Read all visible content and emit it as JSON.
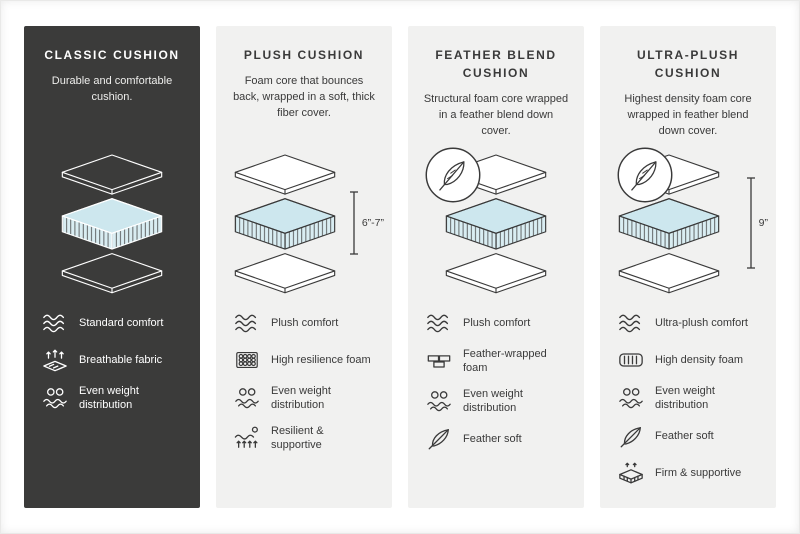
{
  "colors": {
    "dark_panel": "#3b3b3a",
    "light_panel": "#f1f1f0",
    "cushion_core_blue": "#cde7ee",
    "line_art": "#3a3a3a"
  },
  "columns": [
    {
      "title": "CLASSIC CUSHION",
      "description": "Durable and comfortable cushion.",
      "measurement": "",
      "features": [
        {
          "icon": "waves-icon",
          "label": "Standard comfort"
        },
        {
          "icon": "breathable-fabric-icon",
          "label": "Breathable fabric"
        },
        {
          "icon": "even-weight-icon",
          "label": "Even weight distribution"
        }
      ]
    },
    {
      "title": "PLUSH CUSHION",
      "description": "Foam core that bounces back, wrapped in a soft, thick fiber cover.",
      "measurement": "6”-7”",
      "features": [
        {
          "icon": "waves-icon",
          "label": "Plush comfort"
        },
        {
          "icon": "foam-bubbles-icon",
          "label": "High resilience foam"
        },
        {
          "icon": "even-weight-icon",
          "label": "Even weight distribution"
        },
        {
          "icon": "resilient-icon",
          "label": "Resilient & supportive"
        }
      ]
    },
    {
      "title": "FEATHER BLEND CUSHION",
      "description": "Structural foam core wrapped in a feather blend down cover.",
      "measurement": "",
      "features": [
        {
          "icon": "waves-icon",
          "label": "Plush comfort"
        },
        {
          "icon": "bricks-icon",
          "label": "Feather-wrapped foam"
        },
        {
          "icon": "even-weight-icon",
          "label": "Even weight distribution"
        },
        {
          "icon": "feather-icon",
          "label": "Feather soft"
        }
      ]
    },
    {
      "title": "ULTRA-PLUSH CUSHION",
      "description": "Highest density foam core wrapped in feather blend down cover.",
      "measurement": "9”",
      "features": [
        {
          "icon": "waves-icon",
          "label": "Ultra-plush comfort"
        },
        {
          "icon": "density-foam-icon",
          "label": "High density foam"
        },
        {
          "icon": "even-weight-icon",
          "label": "Even weight distribution"
        },
        {
          "icon": "feather-icon",
          "label": "Feather soft"
        },
        {
          "icon": "firm-supportive-icon",
          "label": "Firm & supportive"
        }
      ]
    }
  ]
}
